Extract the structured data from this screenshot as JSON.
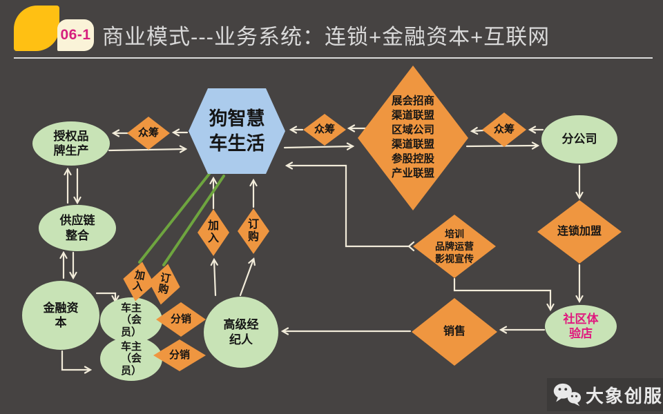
{
  "header": {
    "badge": "06-1",
    "title": "商业模式---业务系统：连锁+金融资本+互联网"
  },
  "nodes": {
    "hex_main": {
      "label": "狗智慧\n车生活"
    },
    "authorized_brand": {
      "label": "授权品\n牌生产"
    },
    "supply_chain": {
      "label": "供应链\n整合"
    },
    "financial_capital": {
      "label": "金融资\n本"
    },
    "owner_member_1": {
      "label": "车主\n（会\n员）"
    },
    "owner_member_2": {
      "label": "车主\n（会\n员）"
    },
    "senior_broker": {
      "label": "高级经\n纪人"
    },
    "branch_company": {
      "label": "分公司"
    },
    "community_store": {
      "label": "社区体\n验店"
    },
    "crowdfund_left": {
      "label": "众筹"
    },
    "crowdfund_mid": {
      "label": "众筹"
    },
    "crowdfund_right": {
      "label": "众筹"
    },
    "alliance_big": {
      "label": "展会招商\n渠道联盟\n区域公司\n渠道联盟\n参股控股\n产业联盟"
    },
    "join_top": {
      "label": "加\n入"
    },
    "order_top": {
      "label": "订\n购"
    },
    "join_tilt": {
      "label": "加\n入"
    },
    "order_tilt": {
      "label": "订\n购"
    },
    "distribute_1": {
      "label": "分销"
    },
    "distribute_2": {
      "label": "分销"
    },
    "training": {
      "label": "培训\n品牌运营\n影视宣传"
    },
    "sales": {
      "label": "销售"
    },
    "chain_franchise": {
      "label": "连锁加盟"
    }
  },
  "watermark": {
    "brand": "大象创服"
  },
  "icons": {
    "wechat": "wechat-icon",
    "leaf": "leaf-logo"
  },
  "colors": {
    "background": "#464342",
    "node_orange": "#EF9640",
    "node_green": "#C8E3B6",
    "node_blue": "#ABCBEC",
    "arrow_cream": "#F2ECDA",
    "line_green": "#6EA53F",
    "accent_magenta": "#E0187E",
    "leaf_yellow": "#FFC013",
    "leaf_cream": "#FAF3D8",
    "title_gray": "#D9D9D9"
  }
}
